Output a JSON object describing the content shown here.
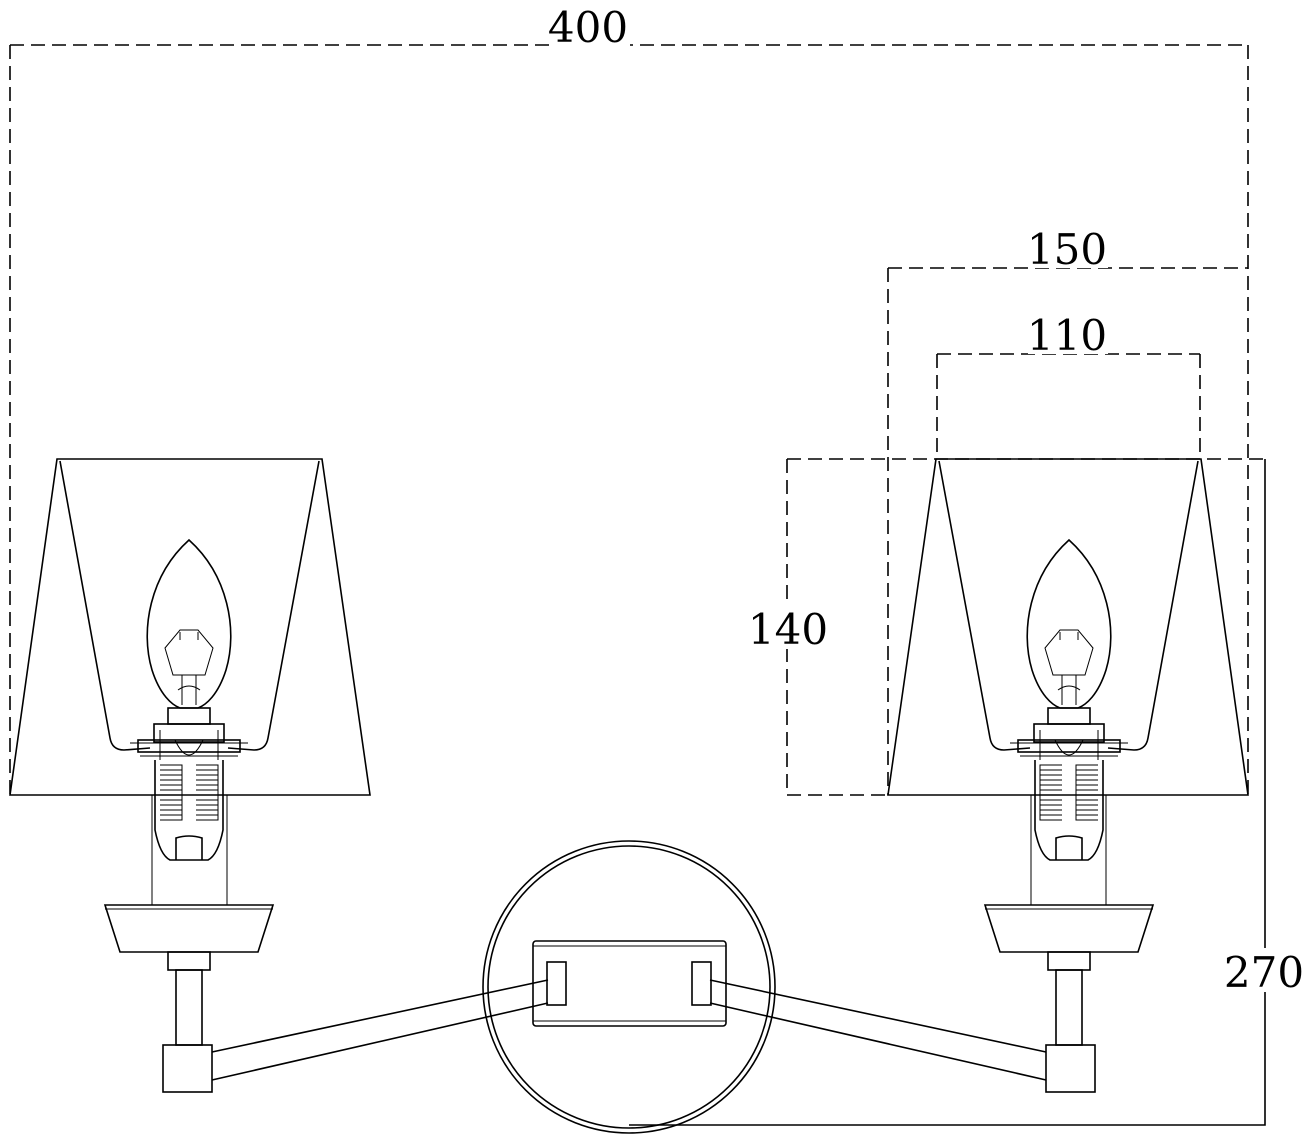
{
  "dimensions": {
    "overall_width": "400",
    "shade_bottom_width": "150",
    "shade_top_width": "110",
    "shade_height": "140",
    "overall_height": "270"
  },
  "colors": {
    "line": "#000000",
    "background": "#ffffff"
  }
}
